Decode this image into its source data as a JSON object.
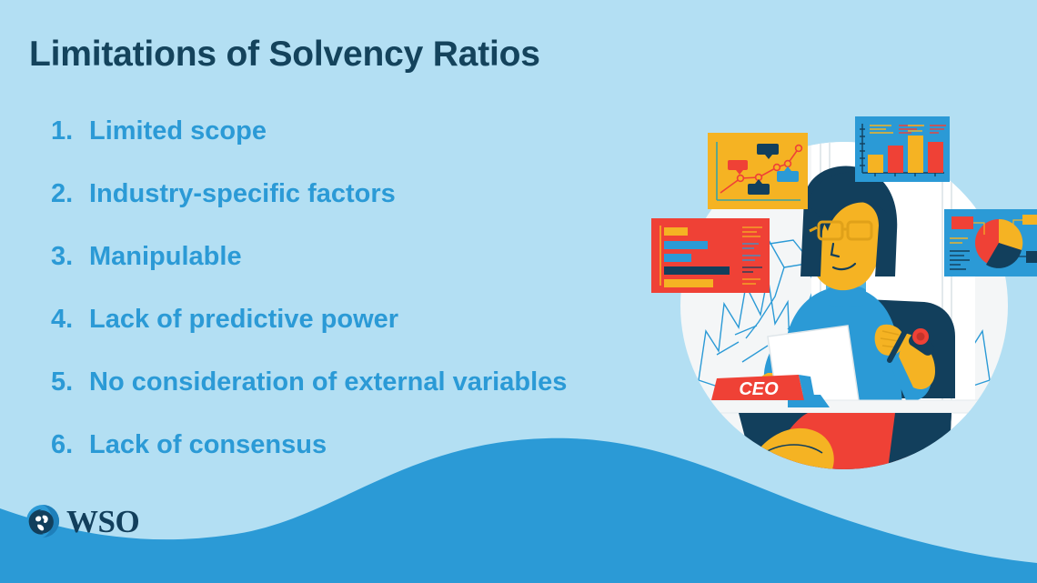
{
  "slide": {
    "title": "Limitations of Solvency Ratios",
    "background_color": "#b3dff3",
    "title_color": "#14435c",
    "accent_color": "#2b9ad6"
  },
  "list": {
    "items": [
      {
        "number": "1.",
        "label": "Limited scope"
      },
      {
        "number": "2.",
        "label": "Industry-specific factors"
      },
      {
        "number": "3.",
        "label": "Manipulable"
      },
      {
        "number": "4.",
        "label": "Lack of predictive power"
      },
      {
        "number": "5.",
        "label": "No consideration of external variables"
      },
      {
        "number": "6.",
        "label": "Lack of consensus"
      }
    ]
  },
  "logo": {
    "wordmark": "WSO",
    "icon": "globe-icon",
    "word_color": "#123f5c",
    "mark_color": "#2b9ad6"
  },
  "illustration": {
    "name": "ceo-at-desk-with-charts",
    "nameplate_text": "CEO",
    "nameplate_color": "#ef4136",
    "backdrop_color": "#f4f6f7",
    "palette": {
      "blue": "#2b9ad6",
      "navy": "#123f5c",
      "yellow": "#f5b323",
      "red": "#ef4136",
      "white": "#f4f6f7",
      "skin": "#f5b323"
    },
    "panels": [
      {
        "name": "line-chart-panel",
        "color": "#f5b323",
        "chart": "line"
      },
      {
        "name": "bar-chart-panel",
        "color": "#2b9ad6",
        "chart": "bar"
      },
      {
        "name": "code-panel",
        "color": "#ef4136",
        "chart": "bars"
      },
      {
        "name": "pie-chart-panel",
        "color": "#2b9ad6",
        "chart": "pie"
      }
    ]
  },
  "chart_data": [
    {
      "type": "bar",
      "name": "bar-chart-panel",
      "categories": [
        "1",
        "2",
        "3",
        "4"
      ],
      "values": [
        38,
        58,
        84,
        66
      ],
      "colors": [
        "#f5b323",
        "#ef4136",
        "#f5b323",
        "#ef4136"
      ],
      "title": "",
      "xlabel": "",
      "ylabel": "",
      "ylim": [
        0,
        100
      ],
      "grid": false,
      "legend": "none"
    },
    {
      "type": "line",
      "name": "line-chart-panel",
      "x": [
        0,
        1,
        2,
        3,
        4,
        5
      ],
      "y": [
        8,
        34,
        36,
        52,
        60,
        86
      ],
      "series": [
        {
          "name": "trend",
          "values": [
            8,
            34,
            36,
            52,
            60,
            86
          ]
        }
      ],
      "title": "",
      "xlabel": "",
      "ylabel": "",
      "ylim": [
        0,
        100
      ],
      "grid": false,
      "legend": "none"
    },
    {
      "type": "pie",
      "name": "pie-chart-panel",
      "categories": [
        "red-slice",
        "yellow-slice",
        "navy-slice"
      ],
      "values": [
        42,
        30,
        28
      ],
      "colors": [
        "#ef4136",
        "#f5b323",
        "#123f5c"
      ],
      "title": "",
      "legend": "callouts"
    }
  ]
}
